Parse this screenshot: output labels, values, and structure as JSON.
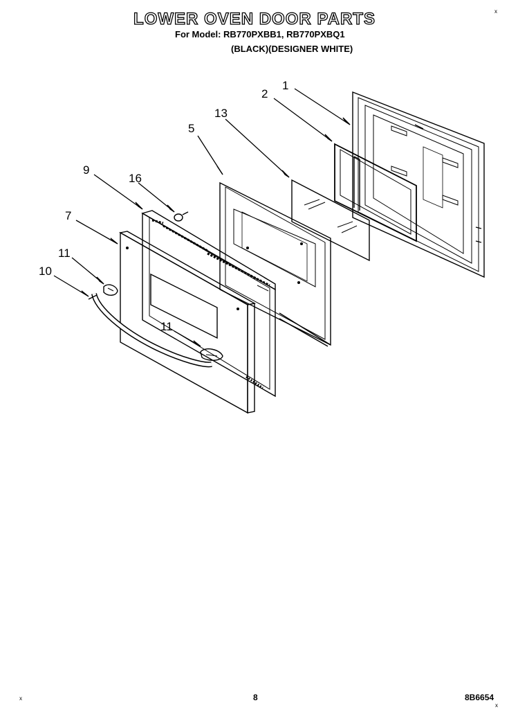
{
  "header": {
    "title": "LOWER OVEN DOOR PARTS",
    "models": "For Model: RB770PXBB1, RB770PXBQ1",
    "finish": "(BLACK)(DESIGNER WHITE)"
  },
  "callouts": {
    "c1": "1",
    "c2": "2",
    "c5": "5",
    "c13": "13",
    "c9": "9",
    "c16": "16",
    "c7": "7",
    "c11a": "11",
    "c10": "10",
    "c11b": "11"
  },
  "footer": {
    "page": "8",
    "doc_number": "8B6654"
  },
  "marks": {
    "corner": "x"
  }
}
